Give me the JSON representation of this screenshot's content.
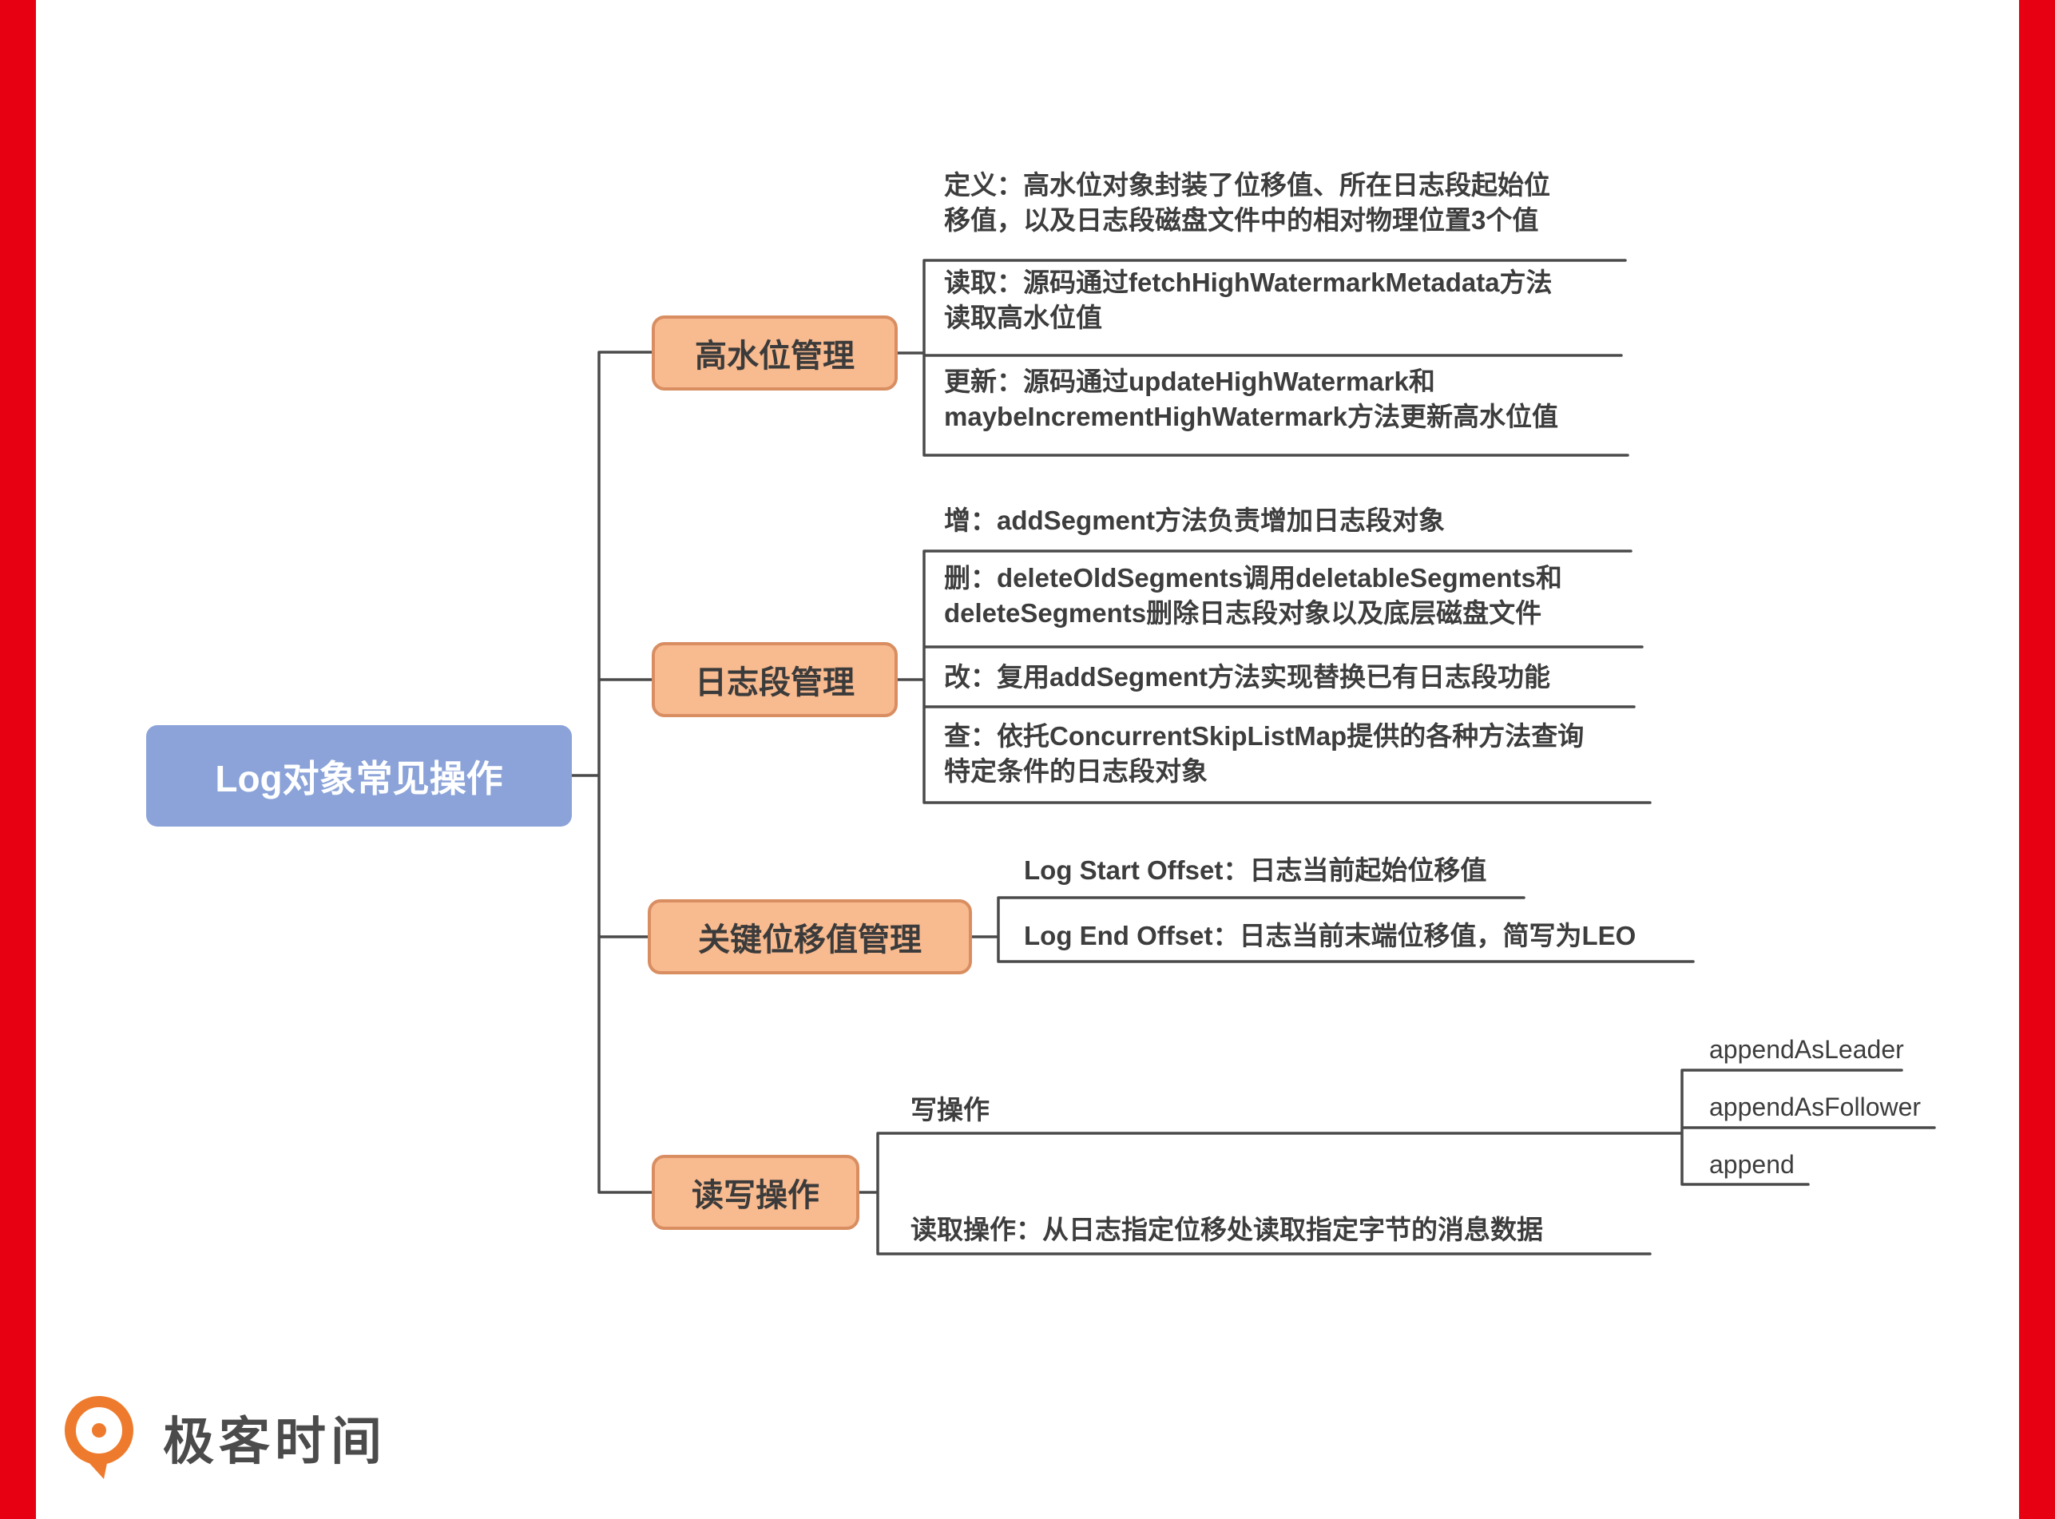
{
  "root": {
    "label": "Log对象常见操作"
  },
  "branches": [
    {
      "label": "高水位管理",
      "children": [
        {
          "text": "定义：高水位对象封装了位移值、所在日志段起始位\n移值，以及日志段磁盘文件中的相对物理位置3个值"
        },
        {
          "text": "读取：源码通过fetchHighWatermarkMetadata方法\n读取高水位值"
        },
        {
          "text": "更新：源码通过updateHighWatermark和\nmaybeIncrementHighWatermark方法更新高水位值"
        }
      ]
    },
    {
      "label": "日志段管理",
      "children": [
        {
          "text": "增：addSegment方法负责增加日志段对象"
        },
        {
          "text": "删：deleteOldSegments调用deletableSegments和\ndeleteSegments删除日志段对象以及底层磁盘文件"
        },
        {
          "text": "改：复用addSegment方法实现替换已有日志段功能"
        },
        {
          "text": "查：依托ConcurrentSkipListMap提供的各种方法查询\n特定条件的日志段对象"
        }
      ]
    },
    {
      "label": "关键位移值管理",
      "children": [
        {
          "text": "Log Start Offset：日志当前起始位移值"
        },
        {
          "text": "Log End Offset：日志当前末端位移值，简写为LEO"
        }
      ]
    },
    {
      "label": "读写操作",
      "children": [
        {
          "text": "写操作",
          "children": [
            "appendAsLeader",
            "appendAsFollower",
            "append"
          ]
        },
        {
          "text": "读取操作：从日志指定位移处读取指定字节的消息数据"
        }
      ]
    }
  ],
  "logo": {
    "brand": "极客时间",
    "icon": "geektime-logo-icon"
  },
  "colors": {
    "red": "#E60012",
    "root_fill": "#8BA3D9",
    "branch_fill": "#F8BA8F",
    "branch_border": "#D98E62",
    "line": "#4A4A4A",
    "text": "#3D3D3D",
    "logo_orange": "#EE7B2D"
  }
}
